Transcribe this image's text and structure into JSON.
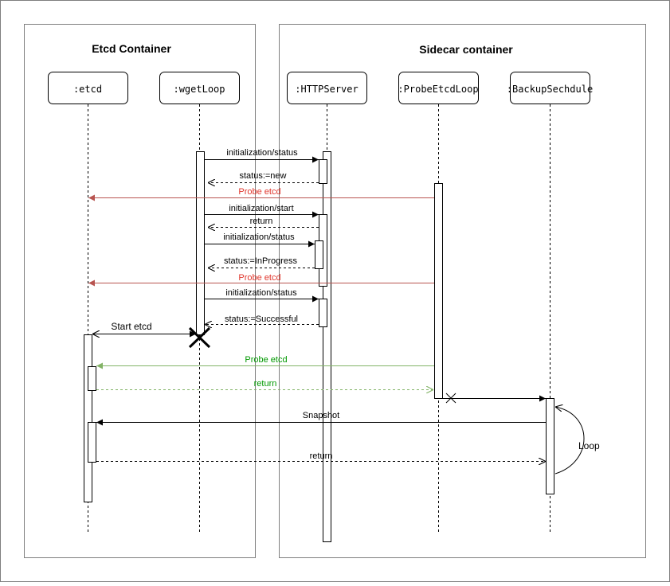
{
  "containers": [
    {
      "id": "etcd-container",
      "label": "Etcd Container"
    },
    {
      "id": "sidecar-container",
      "label": "Sidecar container"
    }
  ],
  "participants": [
    {
      "id": "etcd",
      "label": ":etcd"
    },
    {
      "id": "wgetloop",
      "label": ":wgetLoop"
    },
    {
      "id": "httpserver",
      "label": ":HTTPServer"
    },
    {
      "id": "probeetcdloop",
      "label": ":ProbeEtcdLoop"
    },
    {
      "id": "backupschedule",
      "label": ":BackupSechdule"
    }
  ],
  "messages": [
    {
      "label": "initialization/status",
      "from": "wgetloop",
      "to": "httpserver",
      "kind": "sync"
    },
    {
      "label": "status:=new",
      "from": "httpserver",
      "to": "wgetloop",
      "kind": "return"
    },
    {
      "label": "Probe etcd",
      "from": "probeetcdloop",
      "to": "etcd",
      "kind": "sync",
      "color": "#b85450",
      "label_color": "#e0352b"
    },
    {
      "label": "initialization/start",
      "from": "wgetloop",
      "to": "httpserver",
      "kind": "sync"
    },
    {
      "label": "return",
      "from": "httpserver",
      "to": "wgetloop",
      "kind": "return"
    },
    {
      "label": "initialization/status",
      "from": "wgetloop",
      "to": "httpserver",
      "kind": "sync"
    },
    {
      "label": "status:=InProgress",
      "from": "httpserver",
      "to": "wgetloop",
      "kind": "return"
    },
    {
      "label": "Probe etcd",
      "from": "probeetcdloop",
      "to": "etcd",
      "kind": "sync",
      "color": "#b85450",
      "label_color": "#e0352b"
    },
    {
      "label": "initialization/status",
      "from": "wgetloop",
      "to": "httpserver",
      "kind": "sync"
    },
    {
      "label": "status:=Successful",
      "from": "httpserver",
      "to": "wgetloop",
      "kind": "return"
    },
    {
      "label": "Start etcd",
      "from": "wgetloop",
      "to": "etcd",
      "kind": "sync"
    },
    {
      "label": "Probe etcd",
      "from": "probeetcdloop",
      "to": "etcd",
      "kind": "sync",
      "color": "#82b366",
      "label_color": "#009900"
    },
    {
      "label": "return",
      "from": "etcd",
      "to": "probeetcdloop",
      "kind": "return",
      "color": "#82b366",
      "label_color": "#009900"
    },
    {
      "label": "",
      "from": "probeetcdloop",
      "to": "backupschedule",
      "kind": "sync"
    },
    {
      "label": "Snapshot",
      "from": "backupschedule",
      "to": "etcd",
      "kind": "sync"
    },
    {
      "label": "return",
      "from": "etcd",
      "to": "backupschedule",
      "kind": "return"
    }
  ],
  "self_loop": {
    "label": "Loop",
    "on": "backupschedule"
  },
  "colors": {
    "line": "#000000",
    "frame": "#7f7f7f",
    "probe_red": "#b85450",
    "probe_green": "#82b366"
  }
}
